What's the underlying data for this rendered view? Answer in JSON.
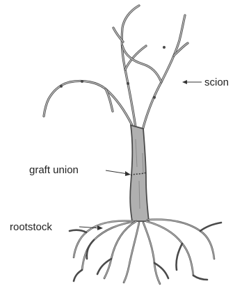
{
  "diagram": {
    "labels": {
      "scion": "scion",
      "graft_union": "graft union",
      "rootstock": "rootstock"
    },
    "colors": {
      "outline": "#4a4a4a",
      "trunk_fill": "#b0b0b0",
      "branch_fill": "#b8b8b8",
      "text": "#222222",
      "background": "#ffffff"
    }
  }
}
